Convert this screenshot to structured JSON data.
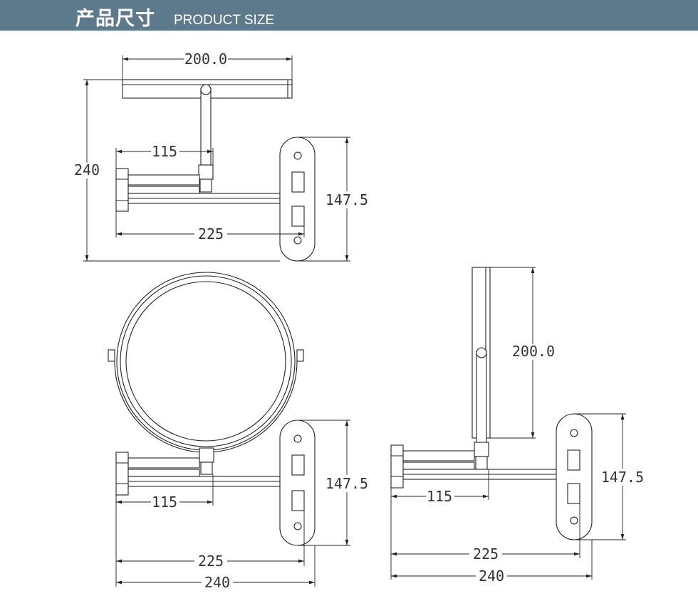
{
  "header": {
    "title_cn": "产品尺寸",
    "title_en": "PRODUCT SIZE"
  },
  "colors": {
    "banner": "#5d7a8c",
    "line": "#222222"
  },
  "top_view": {
    "width_label": "200.0",
    "height_label": "240",
    "arm_label": "115",
    "base_label": "147.5",
    "reach_label": "225"
  },
  "front_view": {
    "arm_label": "115",
    "base_label": "147.5",
    "reach_label": "225",
    "total_label": "240"
  },
  "side_view": {
    "height_label": "200.0",
    "base_label": "147.5",
    "arm_label": "115",
    "reach_label": "225",
    "total_label": "240"
  }
}
